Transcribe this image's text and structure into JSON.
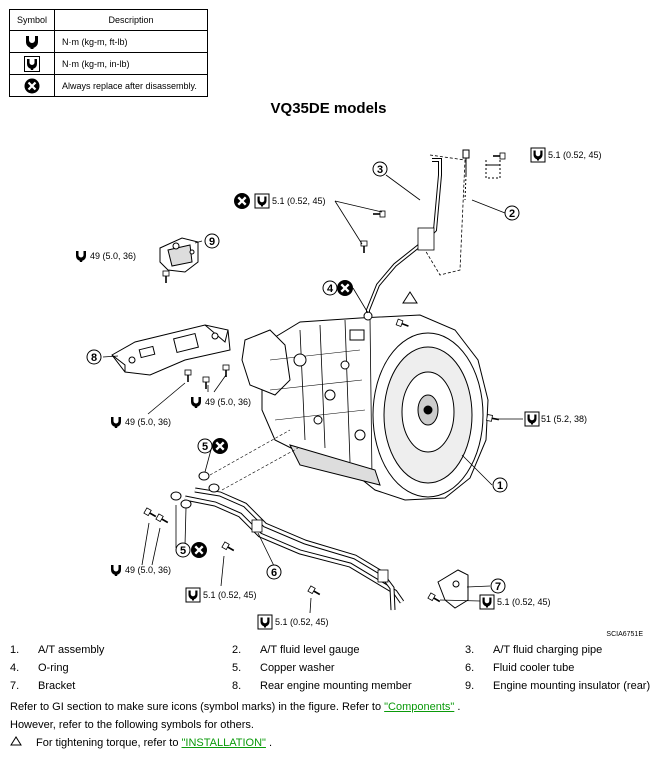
{
  "symbol_table": {
    "header": {
      "symbol": "Symbol",
      "description": "Description"
    },
    "rows": [
      {
        "icon": "torque-wrench-icon",
        "description": "N·m (kg-m, ft-lb)"
      },
      {
        "icon": "torque-wrench-inlb-icon",
        "description": "N·m (kg-m, in-lb)"
      },
      {
        "icon": "always-replace-icon",
        "description": "Always replace after disassembly."
      }
    ]
  },
  "title": "VQ35DE models",
  "diagram": {
    "callouts": [
      "1",
      "2",
      "3",
      "4",
      "5",
      "5",
      "6",
      "7",
      "8",
      "9"
    ],
    "torques": [
      "5.1 (0.52, 45)",
      "5.1 (0.52, 45)",
      "49 (5.0, 36)",
      "49 (5.0, 36)",
      "49 (5.0, 36)",
      "51 (5.2, 38)",
      "49 (5.0, 36)",
      "5.1 (0.52, 45)",
      "5.1 (0.52, 45)",
      "5.1 (0.52, 45)"
    ],
    "figure_id": "SCIA6751E"
  },
  "legend": [
    [
      {
        "num": "1.",
        "label": "A/T assembly"
      },
      {
        "num": "2.",
        "label": "A/T fluid level gauge"
      },
      {
        "num": "3.",
        "label": "A/T fluid charging pipe"
      }
    ],
    [
      {
        "num": "4.",
        "label": "O-ring"
      },
      {
        "num": "5.",
        "label": "Copper washer"
      },
      {
        "num": "6.",
        "label": "Fluid cooler tube"
      }
    ],
    [
      {
        "num": "7.",
        "label": "Bracket"
      },
      {
        "num": "8.",
        "label": "Rear engine mounting member"
      },
      {
        "num": "9.",
        "label": "Engine mounting insulator (rear)"
      }
    ]
  ],
  "notes": {
    "line1_pre": "Refer to GI section to make sure icons (symbol marks) in the figure. Refer to ",
    "line1_link": "\"Components\"",
    "line1_post": " .",
    "line2": "However, refer to the following symbols for others.",
    "line3_pre": "For tightening torque, refer to ",
    "line3_link": "\"INSTALLATION\"",
    "line3_post": " ."
  }
}
